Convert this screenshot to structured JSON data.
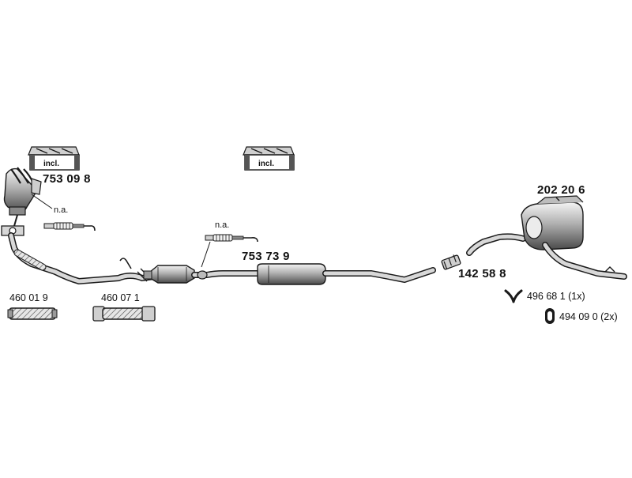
{
  "diagram": {
    "parts": {
      "manifold_number": "753 09 8",
      "front_pipe_number": "753 73 9",
      "rear_silencer_number": "202 20 6",
      "clamp_number": "142 58 8",
      "flex_pipe_a_number": "460 01 9",
      "flex_pipe_b_number": "460 07 1",
      "hanger_number": "496 68 1 (1x)",
      "rubber_ring_number": "494 09 0 (2x)"
    },
    "notes": {
      "sensor_a_label": "n.a.",
      "sensor_b_label": "n.a.",
      "kit_a_label": "incl.",
      "kit_b_label": "incl."
    },
    "colors": {
      "line": "#1a1a1a",
      "fill_light": "#d9d9d9",
      "fill_mid": "#a8a8a8",
      "fill_dark": "#555555"
    }
  }
}
